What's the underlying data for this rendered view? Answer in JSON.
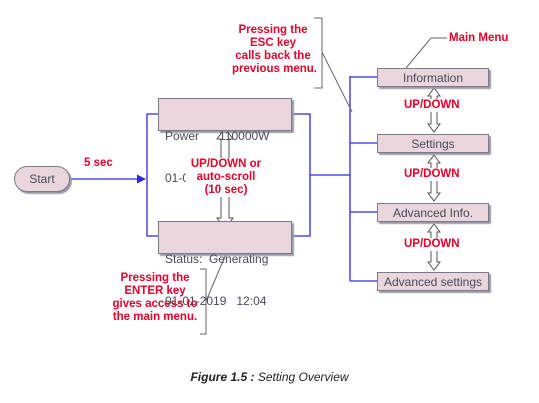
{
  "start": "Start",
  "start_note": "5 sec",
  "display1": {
    "line1": "Power      110000W",
    "line2": "01-01-2019   12:04"
  },
  "display2": {
    "line1": "Status:  Generating",
    "line2": "01-01-2019   12:04"
  },
  "center_note": "UP/DOWN or\nauto-scroll\n(10 sec)",
  "esc_note": "Pressing the\nESC key\ncalls back the\nprevious menu.",
  "enter_note": "Pressing the\nENTER key\ngives access to\nthe main menu.",
  "main_menu_note": "Main Menu",
  "menu": [
    "Information",
    "Settings",
    "Advanced Info.",
    "Advanced settings"
  ],
  "updown": [
    "UP/DOWN",
    "UP/DOWN",
    "UP/DOWN"
  ],
  "caption": {
    "figure": "Figure 1.5 :",
    "text": "Setting Overview"
  },
  "colors": {
    "box_fill": "#e9d5dc",
    "box_border": "#7a7a8a",
    "connector": "#2a2ae0",
    "note_text": "#e8002a"
  }
}
